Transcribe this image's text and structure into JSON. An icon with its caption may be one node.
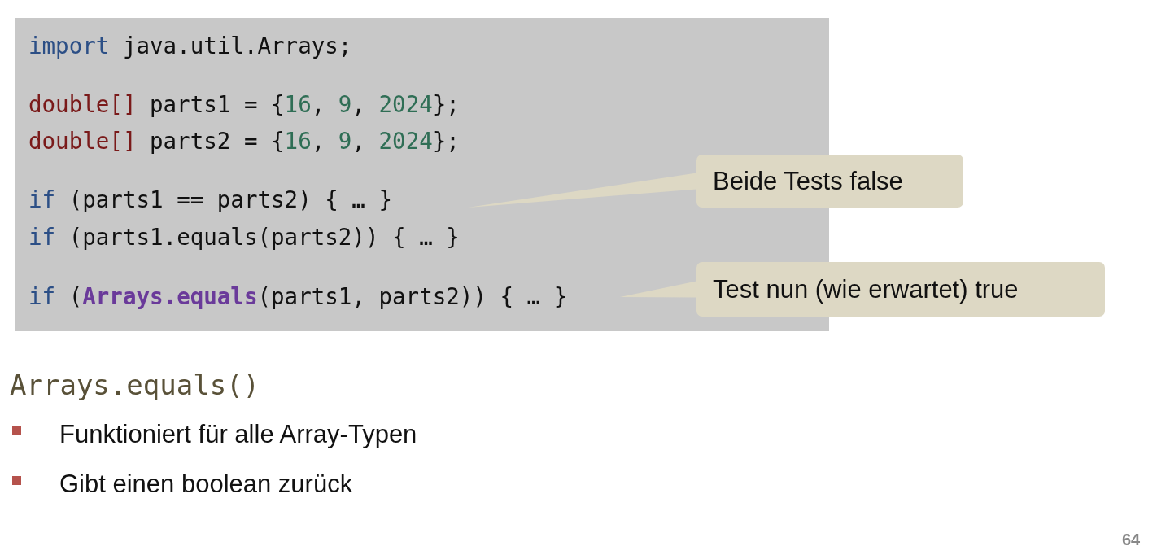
{
  "diagram": {
    "nodes": [
      {
        "text": [
          "import java.util.Arrays;",
          "double[] parts1 = {16, 9, 2024};",
          "double[] parts2 = {16, 9, 2024};",
          "if (parts1 == parts2) { … }",
          "if (parts1.equals(parts2)) { … }",
          "if (**Arrays.equals**(parts1, parts2)) { … }"
        ]
      },
      {
        "text": [
          "Beide Tests false"
        ]
      },
      {
        "text": [
          "Test nun (wie erwartet) true"
        ]
      }
    ],
    "edges": [
      {
        "from": 1,
        "to": null,
        "arrow": "to"
      },
      {
        "from": 2,
        "to": null,
        "arrow": "to"
      }
    ],
    "labels": [
      "Arrays.equals()",
      "Funktioniert für alle Array-Typen",
      "Gibt einen boolean zurück",
      "64"
    ]
  }
}
